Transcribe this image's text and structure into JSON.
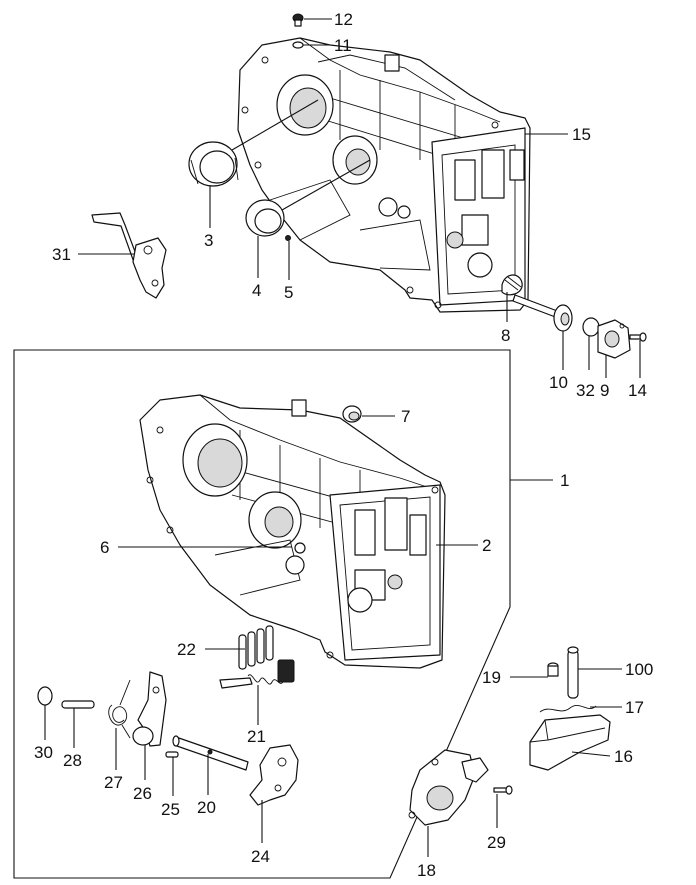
{
  "diagram": {
    "callouts": {
      "p1": "1",
      "p2": "2",
      "p3": "3",
      "p4": "4",
      "p5": "5",
      "p6": "6",
      "p7": "7",
      "p8": "8",
      "p9": "9",
      "p10": "10",
      "p11": "11",
      "p12": "12",
      "p14": "14",
      "p15": "15",
      "p16": "16",
      "p17": "17",
      "p18": "18",
      "p19": "19",
      "p20": "20",
      "p21": "21",
      "p22": "22",
      "p24": "24",
      "p25": "25",
      "p26": "26",
      "p27": "27",
      "p28": "28",
      "p29": "29",
      "p30": "30",
      "p31": "31",
      "p32": "32",
      "p100": "100"
    }
  }
}
